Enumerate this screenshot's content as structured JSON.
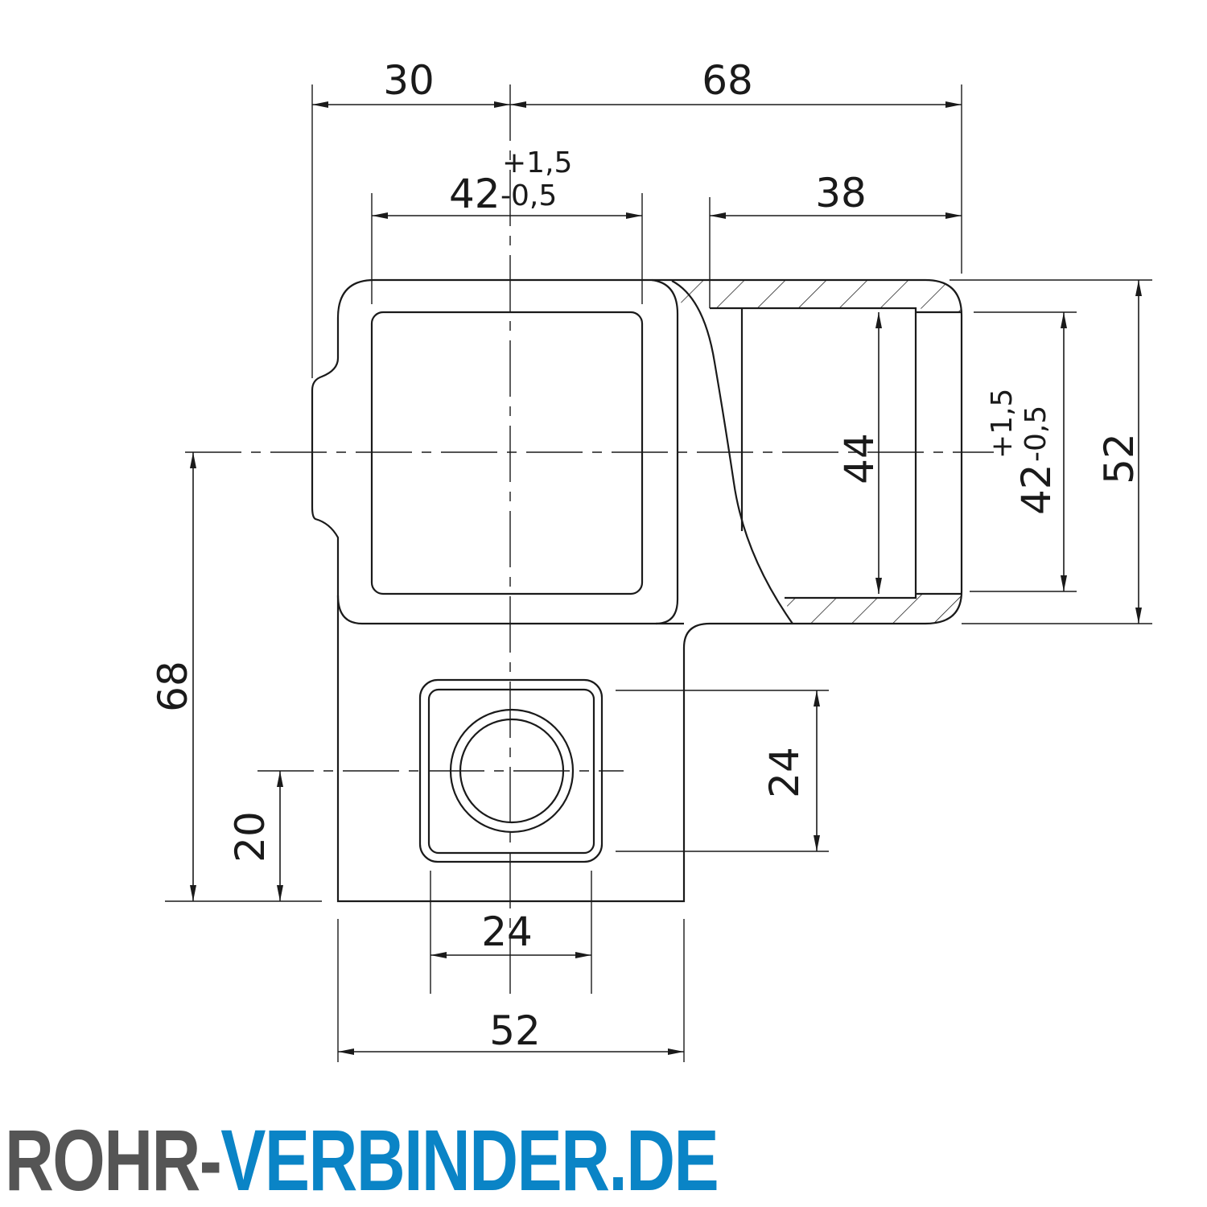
{
  "drawing": {
    "dimensions": {
      "top_left_width": "30",
      "top_overall": "68",
      "socket_width_nominal": "42",
      "socket_width_tol_upper": "+1,5",
      "socket_width_tol_lower": "-0,5",
      "socket_depth": "38",
      "bore_inner": "44",
      "right_socket_nominal": "42",
      "right_socket_tol_upper": "+1,5",
      "right_socket_tol_lower": "-0,5",
      "right_height": "52",
      "left_height": "68",
      "small_offset": "20",
      "small_socket_height": "24",
      "small_socket_width": "24",
      "bottom_width": "52"
    }
  },
  "logo": {
    "part1": "ROHR-",
    "part2": "VERBINDER.DE",
    "color_part1": "#555555",
    "color_part2": "#0a84c6"
  }
}
